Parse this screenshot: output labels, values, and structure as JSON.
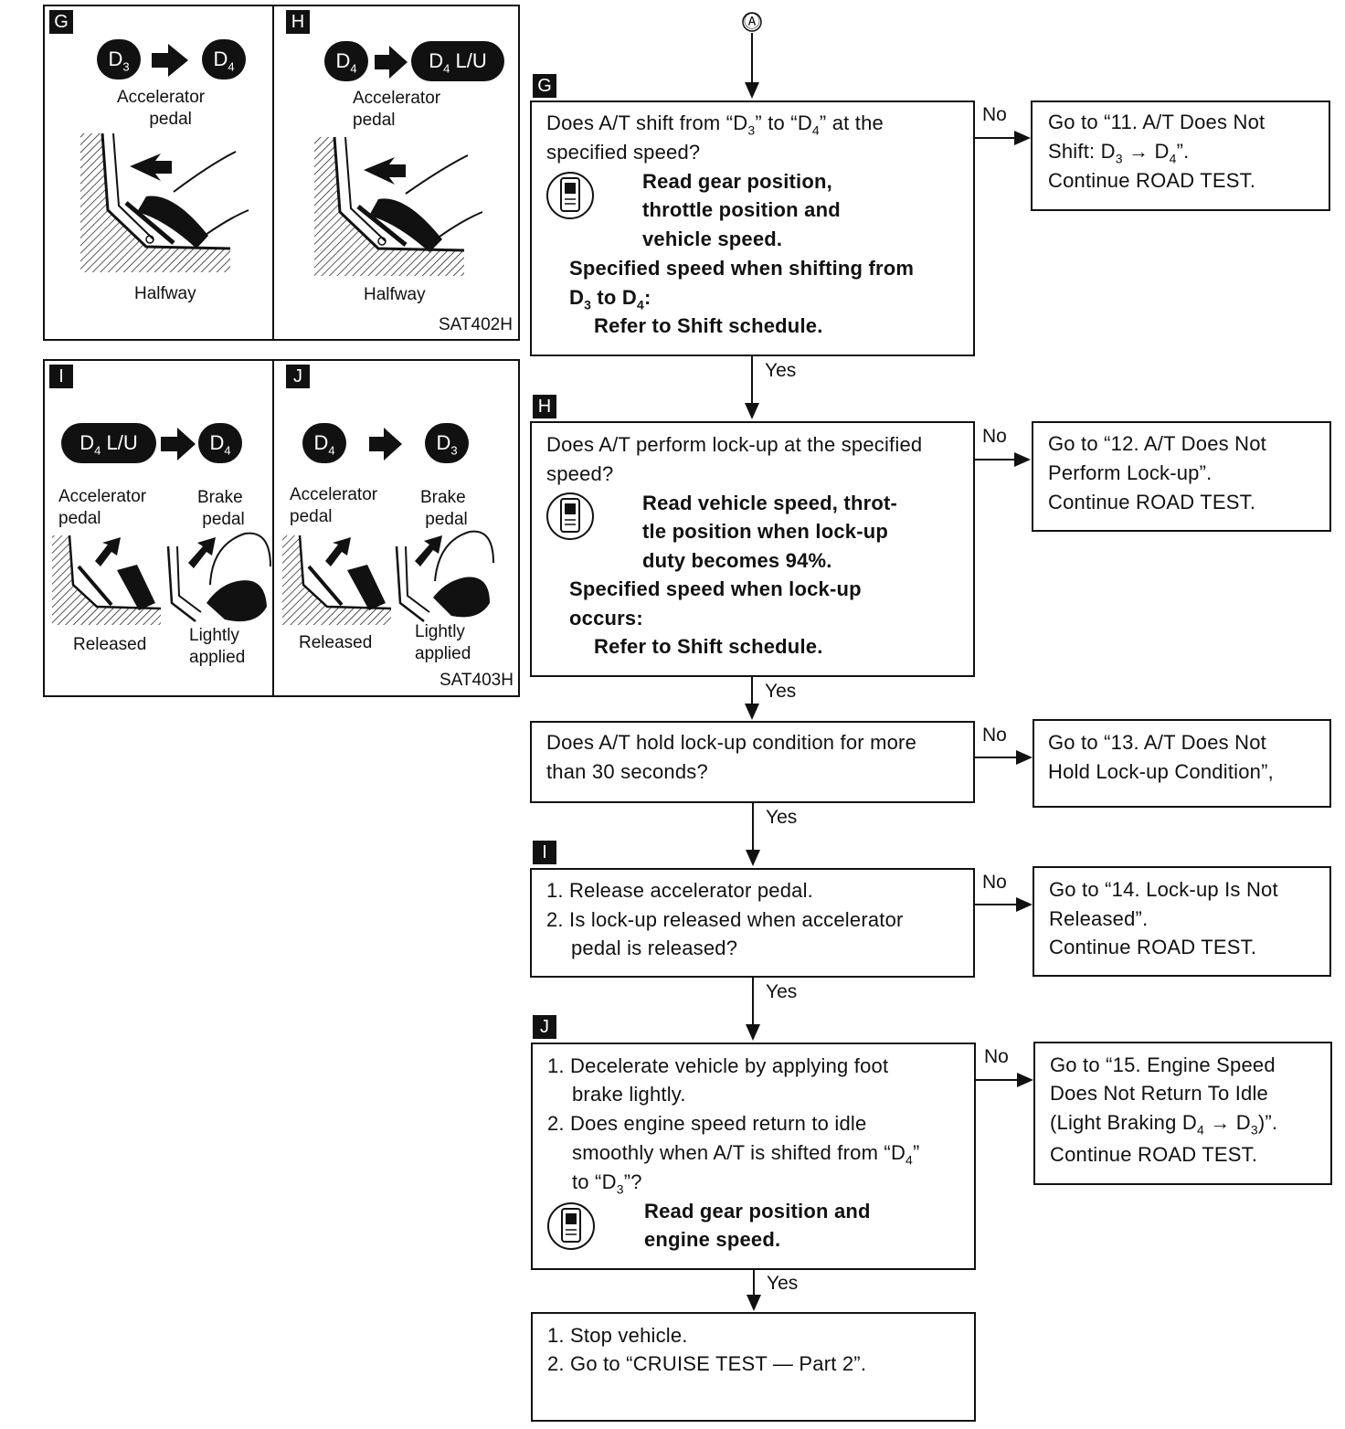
{
  "connector": "Ⓐ",
  "edge_labels": {
    "no": "No",
    "yes": "Yes"
  },
  "illustrations": {
    "top_code": "SAT402H",
    "bottom_code": "SAT403H",
    "G": {
      "tag": "G",
      "from": "D3",
      "to": "D4",
      "pedal": "Accelerator\npedal",
      "state": "Halfway"
    },
    "H": {
      "tag": "H",
      "from": "D4",
      "to": "D4 L/U",
      "pedal": "Accelerator\npedal",
      "state": "Halfway"
    },
    "I": {
      "tag": "I",
      "from": "D4 L/U",
      "to": "D4",
      "pedal": "Accelerator\npedal",
      "brake": "Brake\npedal",
      "released": "Released",
      "applied": "Lightly\napplied"
    },
    "J": {
      "tag": "J",
      "from": "D4",
      "to": "D3",
      "pedal": "Accelerator\npedal",
      "brake": "Brake\npedal",
      "released": "Released",
      "applied": "Lightly\napplied"
    }
  },
  "steps": {
    "G": {
      "tag": "G",
      "q1": "Does A/T shift from “D",
      "q1b": "3",
      "q1c": "” to “D",
      "q1d": "4",
      "q1e": "” at the",
      "q2": "specified speed?",
      "read1": "Read gear position,",
      "read2": "throttle position and",
      "read3": "vehicle speed.",
      "spec1": "Specified speed when shifting from",
      "spec2a": "D",
      "spec2b": "3",
      "spec2c": " to D",
      "spec2d": "4",
      "spec2e": ":",
      "spec3": "Refer to Shift schedule.",
      "no_1": "Go to “11. A/T Does Not",
      "no_2a": "Shift: D",
      "no_2b": "3",
      "no_2c": " → D",
      "no_2d": "4",
      "no_2e": "”.",
      "no_3": "Continue ROAD TEST."
    },
    "H": {
      "tag": "H",
      "q1": "Does A/T perform lock-up at the specified",
      "q2": "speed?",
      "read1": "Read vehicle speed, throt-",
      "read2": "tle position when lock-up",
      "read3": "duty becomes 94%.",
      "spec1": "Specified speed when lock-up",
      "spec2": "occurs:",
      "spec3": "Refer to Shift schedule.",
      "no_1": "Go to “12. A/T Does Not",
      "no_2": "Perform Lock-up”.",
      "no_3": "Continue ROAD TEST."
    },
    "hold": {
      "q1": "Does A/T hold lock-up condition for more",
      "q2": "than 30 seconds?",
      "no_1": "Go to “13. A/T Does Not",
      "no_2": "Hold Lock-up Condition”,"
    },
    "I": {
      "tag": "I",
      "l1": "1. Release accelerator pedal.",
      "l2": "2. Is lock-up released when accelerator",
      "l3": "pedal is released?",
      "no_1": "Go to “14. Lock-up Is Not",
      "no_2": "Released”.",
      "no_3": "Continue ROAD TEST."
    },
    "J": {
      "tag": "J",
      "l1": "1. Decelerate vehicle by applying foot",
      "l2": "brake lightly.",
      "l3": "2. Does engine speed return to idle",
      "l4a": "smoothly when A/T is shifted from “D",
      "l4b": "4",
      "l4c": "”",
      "l5a": "to “D",
      "l5b": "3",
      "l5c": "”?",
      "read1": "Read gear position and",
      "read2": "engine speed.",
      "no_1": "Go to “15. Engine Speed",
      "no_2": "Does Not Return To Idle",
      "no_3a": "(Light Braking D",
      "no_3b": "4",
      "no_3c": " → D",
      "no_3d": "3",
      "no_3e": ")”.",
      "no_4": "Continue ROAD TEST."
    },
    "final": {
      "l1": "1. Stop vehicle.",
      "l2": "2. Go to “CRUISE TEST — Part 2”."
    }
  }
}
